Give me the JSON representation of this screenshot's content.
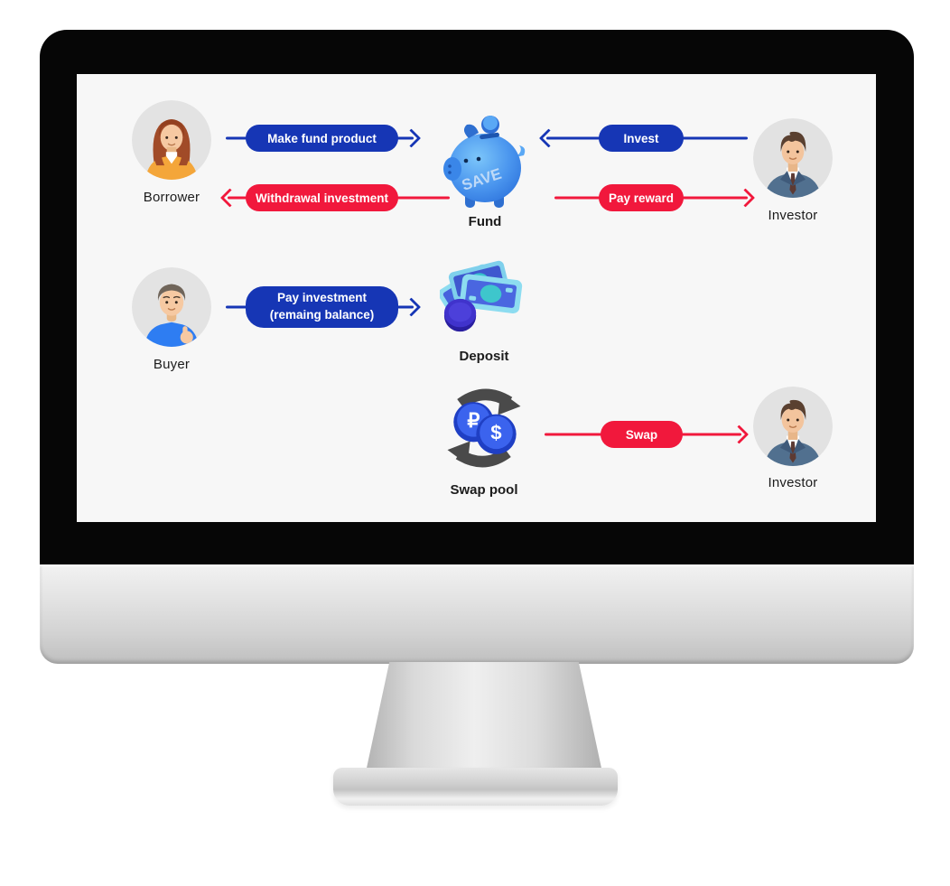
{
  "screen": {
    "actors": {
      "borrower": "Borrower",
      "investor_top": "Investor",
      "buyer": "Buyer",
      "investor_bottom": "Investor"
    },
    "nodes": {
      "fund": "Fund",
      "deposit": "Deposit",
      "swap_pool": "Swap pool"
    },
    "flows": {
      "make_fund_product": "Make fund product",
      "invest": "Invest",
      "withdrawal_investment": "Withdrawal investment",
      "pay_reward": "Pay reward",
      "pay_investment_line1": "Pay investment",
      "pay_investment_line2": "(remaing balance)",
      "swap": "Swap"
    },
    "icons": {
      "piggy_text": "SAVE",
      "coin_symbol_left": "₽",
      "coin_symbol_right": "$"
    },
    "colors": {
      "arrow_blue": "#1636B5",
      "arrow_red": "#F1183C",
      "screen_background": "#F7F7F7"
    }
  }
}
